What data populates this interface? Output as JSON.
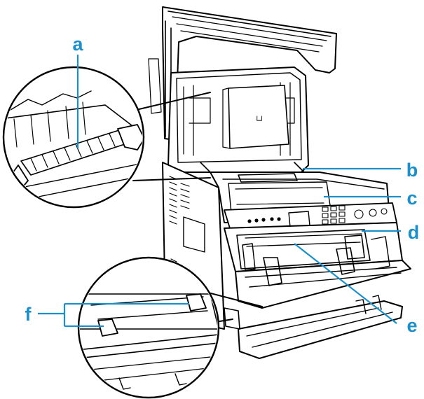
{
  "labels": {
    "a": "a",
    "b": "b",
    "c": "c",
    "d": "d",
    "e": "e",
    "f": "f"
  },
  "panel_marking": "└┘",
  "colors": {
    "callout": "#1a8fc9",
    "line_art": "#000000",
    "background": "#ffffff"
  }
}
